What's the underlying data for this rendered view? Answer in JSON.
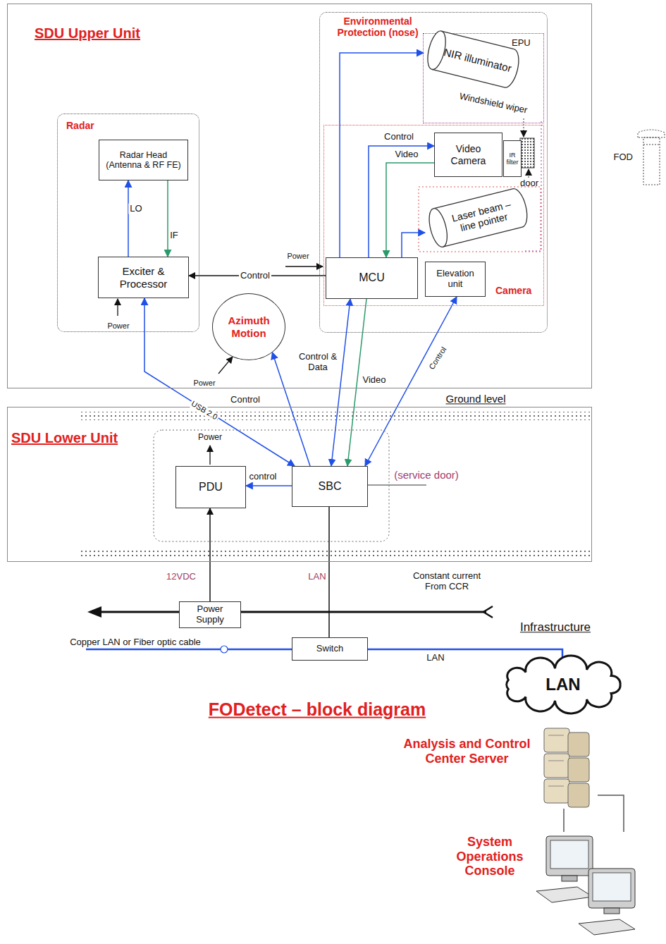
{
  "diagram": {
    "title": "FODetect – block diagram",
    "nodes": [
      {
        "text": [
          "SDU Upper Unit"
        ]
      },
      {
        "text": [
          "Radar"
        ],
        "in": 0
      },
      {
        "text": [
          "Radar Head (Antenna & RF FE)"
        ],
        "in": 1
      },
      {
        "text": [
          "Exciter & Processor"
        ],
        "in": 1
      },
      {
        "text": [
          "Environmental Protection (nose)"
        ],
        "in": 0
      },
      {
        "text": [
          "EPU"
        ],
        "in": 4
      },
      {
        "text": [
          "NIR illuminator"
        ],
        "in": 5
      },
      {
        "text": [
          "Camera"
        ],
        "in": 4
      },
      {
        "text": [
          "Video Camera"
        ],
        "in": 7
      },
      {
        "text": [
          "IR filter"
        ],
        "in": 7
      },
      {
        "text": [
          "Laser beam – line pointer"
        ],
        "in": 7
      },
      {
        "text": [
          "MCU"
        ],
        "in": 7
      },
      {
        "text": [
          "Elevation unit"
        ],
        "in": 7
      },
      {
        "text": [
          "Azimuth Motion"
        ],
        "in": 0
      },
      {
        "text": [
          "SDU Lower Unit"
        ]
      },
      {
        "text": [
          "PDU"
        ],
        "in": 14
      },
      {
        "text": [
          "SBC"
        ],
        "in": 14
      },
      {
        "text": [
          "Power Supply"
        ]
      },
      {
        "text": [
          "Switch"
        ]
      },
      {
        "text": [
          "LAN"
        ]
      },
      {
        "text": [
          "Analysis and Control Center Server"
        ]
      },
      {
        "text": [
          "System Operations Console"
        ]
      }
    ],
    "edges": [
      {
        "from": 3,
        "to": 2,
        "label": "LO",
        "arrow": "to"
      },
      {
        "from": 2,
        "to": 3,
        "label": "IF",
        "arrow": "to"
      },
      {
        "from": 11,
        "to": 3,
        "label": "Control",
        "arrow": "to"
      },
      {
        "from": 11,
        "to": 6,
        "arrow": "to"
      },
      {
        "from": 11,
        "to": 8,
        "label": "Control",
        "arrow": "to"
      },
      {
        "from": 8,
        "to": 11,
        "label": "Video",
        "arrow": "to"
      },
      {
        "from": 11,
        "to": 10,
        "arrow": "to"
      },
      {
        "from": 16,
        "to": 3,
        "label": "USB 2.0",
        "arrow": "both"
      },
      {
        "from": 16,
        "to": 13,
        "label": "Control",
        "arrow": "to"
      },
      {
        "from": 16,
        "to": 11,
        "label": "Control & Data",
        "arrow": "both"
      },
      {
        "from": 11,
        "to": 16,
        "label": "Video",
        "arrow": "to"
      },
      {
        "from": 16,
        "to": 12,
        "label": "Control",
        "arrow": "both"
      },
      {
        "from": 16,
        "to": 15,
        "label": "control",
        "arrow": "to"
      },
      {
        "from": 17,
        "to": 15,
        "label": "12VDC",
        "arrow": "to"
      },
      {
        "from": 16,
        "to": 18,
        "label": "LAN",
        "arrow": "none"
      },
      {
        "from": 18,
        "to": 19,
        "label": "LAN",
        "arrow": "none"
      },
      {
        "from": 20,
        "to": 21,
        "arrow": "none"
      },
      {
        "from": 20,
        "to": 21,
        "arrow": "none"
      }
    ],
    "labels": [
      "Power",
      "Power",
      "Power",
      "Power",
      "Windshield wiper",
      "door",
      "Ground level",
      "(service door)",
      "Constant current From CCR",
      "Copper LAN or Fiber optic cable",
      "Infrastructure",
      "FOD"
    ]
  }
}
